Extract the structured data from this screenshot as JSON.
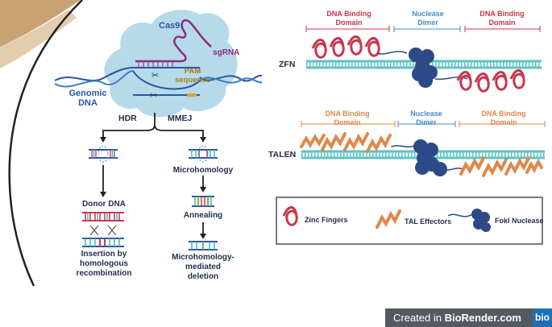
{
  "left_panel": {
    "cas9": "Cas9",
    "sgrna": "sgRNA",
    "pam": [
      "PAM",
      "sequence"
    ],
    "genomic_dna": [
      "Genomic",
      "DNA"
    ],
    "hdr": "HDR",
    "mmej": "MMEJ",
    "donor_dna": "Donor DNA",
    "insertion": [
      "Insertion by",
      "homologous",
      "recombination"
    ],
    "microhomology": "Microhomology",
    "annealing": "Annealing",
    "mmej_deletion": [
      "Microhomology-",
      "mediated",
      "deletion"
    ]
  },
  "zfn": {
    "label": "ZFN",
    "dbd_left": [
      "DNA Binding",
      "Domain"
    ],
    "nuclease": [
      "Nuclease",
      "Dimer"
    ],
    "dbd_right": [
      "DNA Binding",
      "Domain"
    ]
  },
  "talen": {
    "label": "TALEN",
    "dbd_left": [
      "DNA Binding",
      "Domain"
    ],
    "nuclease": [
      "Nuclease",
      "Dimer"
    ],
    "dbd_right": [
      "DNA Binding",
      "Domain"
    ]
  },
  "legend": {
    "zinc": "Zinc Fingers",
    "tal": "TAL Effectors",
    "foki": "FokI Nuclease"
  },
  "brand": {
    "prefix": "Created in ",
    "name": "BioRender.com",
    "logo": "bio"
  },
  "colors": {
    "dna_teal": "#5ec3c2",
    "dna_dark": "#2a55a0",
    "zinc_red": "#c9364d",
    "tal_orange": "#e0884a",
    "nuclease_blue": "#2d4a86",
    "cas9_bubble": "#a9d3e6",
    "sgrna_purple": "#8b2b7e",
    "arc_tan": "#c9a274"
  }
}
